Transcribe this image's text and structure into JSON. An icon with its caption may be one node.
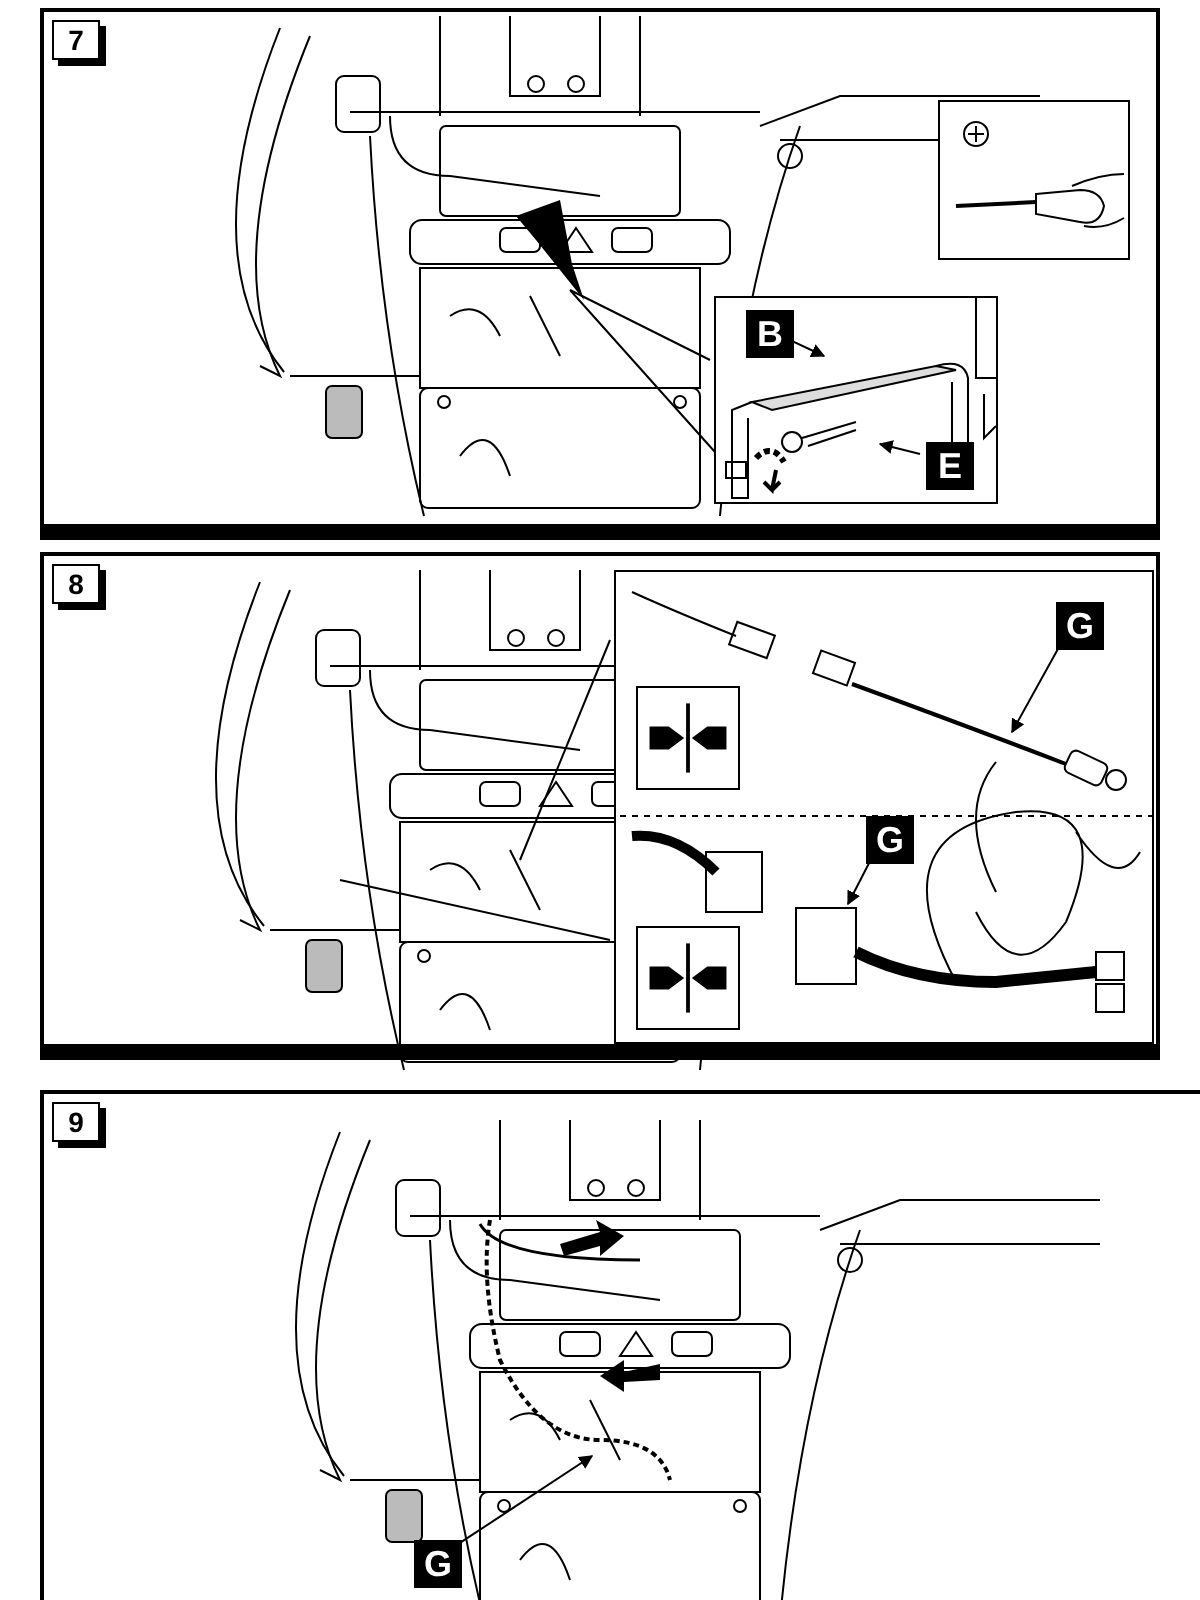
{
  "diagram": {
    "nodes": [
      {
        "text": [
          "7"
        ]
      },
      {
        "text": [],
        "shape": "box",
        "in": 0
      },
      {
        "text": [],
        "shape": "box",
        "in": 0
      },
      {
        "text": [
          "B"
        ],
        "in": 2
      },
      {
        "text": [
          "E"
        ],
        "in": 2
      },
      {
        "text": [
          "8"
        ]
      },
      {
        "text": [],
        "shape": "box",
        "in": 5
      },
      {
        "text": [
          "G"
        ],
        "in": 6
      },
      {
        "text": [
          "G"
        ],
        "in": 6
      },
      {
        "text": [
          "9"
        ]
      },
      {
        "text": [
          "G"
        ],
        "in": 9
      }
    ],
    "edges": [
      {
        "from": 3,
        "to": null,
        "arrow": "to"
      },
      {
        "from": 4,
        "to": null,
        "arrow": "to"
      },
      {
        "from": 7,
        "to": null,
        "arrow": "to"
      },
      {
        "from": 8,
        "to": null,
        "arrow": "to"
      },
      {
        "from": 10,
        "to": null,
        "arrow": "to"
      }
    ]
  }
}
